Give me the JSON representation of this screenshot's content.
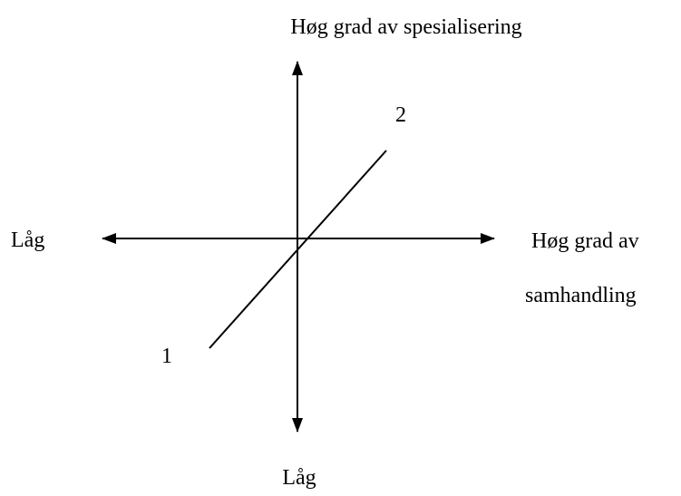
{
  "labels": {
    "top": "Høg grad av spesialisering",
    "bottom": "Låg",
    "left": "Låg",
    "right_line1": "Høg grad av",
    "right_line2": "samhandling",
    "point_1": "1",
    "point_2": "2"
  },
  "colors": {
    "stroke": "#000000",
    "background": "#ffffff"
  }
}
